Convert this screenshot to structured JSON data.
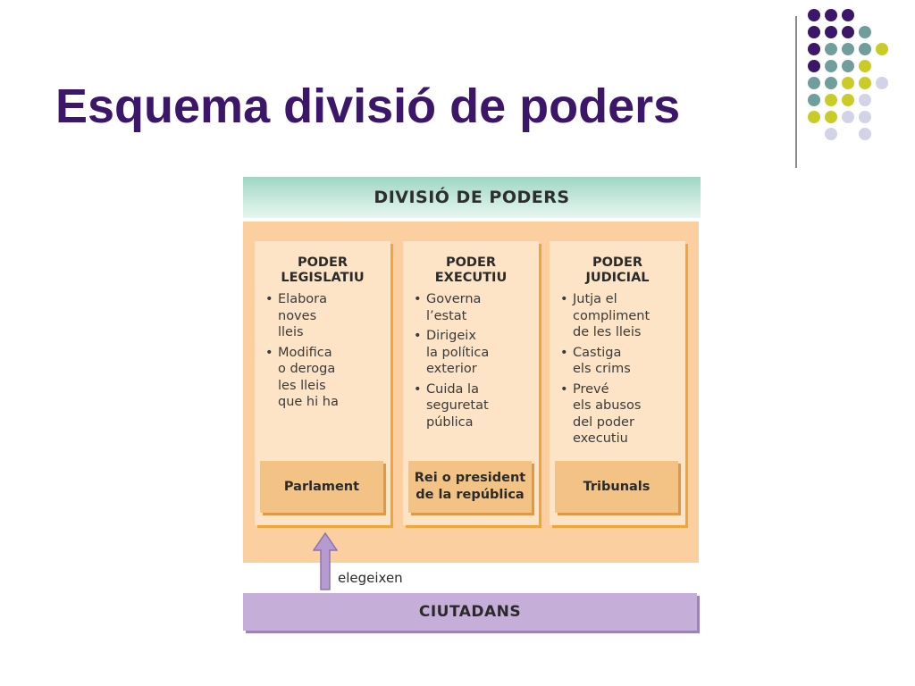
{
  "slide": {
    "title": "Esquema divisió de poders"
  },
  "decor": {
    "dot_colors": {
      "purple": "#3b1669",
      "teal": "#6f9e9c",
      "olive": "#c9cc26",
      "lavender": "#d3d3e8"
    }
  },
  "diagram": {
    "header": "DIVISIÓ DE PODERS",
    "columns": [
      {
        "title": "PODER\nLEGISLATIU",
        "items": [
          "Elabora\nnoves\nlleis",
          "Modifica\no deroga\nles lleis\nque hi ha"
        ],
        "institution": "Parlament"
      },
      {
        "title": "PODER\nEXECUTIU",
        "items": [
          "Governa\nl’estat",
          "Dirigeix\nla política\nexterior",
          "Cuida la\nseguretat\npública"
        ],
        "institution": "Rei o president\nde la república"
      },
      {
        "title": "PODER\nJUDICIAL",
        "items": [
          "Jutja el\ncompliment\nde les lleis",
          "Castiga\nels crims",
          "Prevé\nels abusos\ndel poder\nexecutiu"
        ],
        "institution": "Tribunals"
      }
    ],
    "arrow_label": "elegeixen",
    "base": "CIUTADANS"
  }
}
